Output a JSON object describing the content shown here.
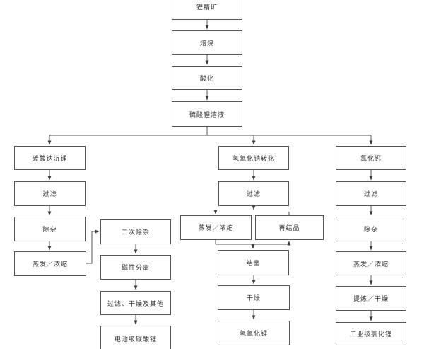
{
  "diagram": {
    "type": "flowchart",
    "language": "zh",
    "colors": {
      "line": "#565656",
      "text": "#333333",
      "background": "#ffffff"
    },
    "nodes": {
      "li_concentrate": {
        "label": "锂精矿"
      },
      "roasting": {
        "label": "焙烧"
      },
      "acidification": {
        "label": "酸化"
      },
      "li2so4_solution": {
        "label": "硫酸锂溶液"
      },
      "na2co3_precipitation": {
        "label": "碳酸钠沉锂"
      },
      "filtration_1": {
        "label": "过滤"
      },
      "impurity_removal_1": {
        "label": "除杂"
      },
      "evaporation_1": {
        "label": "蒸发／浓缩"
      },
      "secondary_impurity_removal": {
        "label": "二次除杂"
      },
      "magnetic_separation": {
        "label": "磁性分离"
      },
      "filtration_drying_other": {
        "label": "过滤、干燥及其他"
      },
      "battery_grade_li2co3": {
        "label": "电池级碳酸锂"
      },
      "naoh_conversion": {
        "label": "氢氧化钠转化"
      },
      "filtration_2": {
        "label": "过滤"
      },
      "evaporation_2": {
        "label": "蒸发／浓缩"
      },
      "recrystallization": {
        "label": "再结晶"
      },
      "crystallization": {
        "label": "结晶"
      },
      "drying": {
        "label": "干燥"
      },
      "lioh": {
        "label": "氢氧化锂"
      },
      "cacl2": {
        "label": "氯化钙"
      },
      "filtration_3": {
        "label": "过滤"
      },
      "impurity_removal_2": {
        "label": "除杂"
      },
      "evaporation_3": {
        "label": "蒸发／浓缩"
      },
      "refining_drying": {
        "label": "提炼／干燥"
      },
      "industrial_grade_licl": {
        "label": "工业级氯化锂"
      }
    },
    "edges": [
      {
        "from": "li_concentrate",
        "to": "roasting"
      },
      {
        "from": "roasting",
        "to": "acidification"
      },
      {
        "from": "acidification",
        "to": "li2so4_solution"
      },
      {
        "from": "li2so4_solution",
        "to": "na2co3_precipitation"
      },
      {
        "from": "li2so4_solution",
        "to": "naoh_conversion"
      },
      {
        "from": "li2so4_solution",
        "to": "cacl2"
      },
      {
        "from": "na2co3_precipitation",
        "to": "filtration_1"
      },
      {
        "from": "filtration_1",
        "to": "impurity_removal_1"
      },
      {
        "from": "impurity_removal_1",
        "to": "evaporation_1"
      },
      {
        "from": "evaporation_1",
        "to": "secondary_impurity_removal"
      },
      {
        "from": "secondary_impurity_removal",
        "to": "magnetic_separation"
      },
      {
        "from": "magnetic_separation",
        "to": "filtration_drying_other"
      },
      {
        "from": "filtration_drying_other",
        "to": "battery_grade_li2co3"
      },
      {
        "from": "naoh_conversion",
        "to": "filtration_2"
      },
      {
        "from": "filtration_2",
        "to": "evaporation_2"
      },
      {
        "from": "filtration_2",
        "to": "recrystallization"
      },
      {
        "from": "evaporation_2",
        "to": "crystallization"
      },
      {
        "from": "evaporation_2",
        "to": "recrystallization"
      },
      {
        "from": "crystallization",
        "to": "drying"
      },
      {
        "from": "drying",
        "to": "lioh"
      },
      {
        "from": "cacl2",
        "to": "filtration_3"
      },
      {
        "from": "filtration_3",
        "to": "impurity_removal_2"
      },
      {
        "from": "impurity_removal_2",
        "to": "evaporation_3"
      },
      {
        "from": "evaporation_3",
        "to": "refining_drying"
      },
      {
        "from": "refining_drying",
        "to": "industrial_grade_licl"
      }
    ]
  }
}
